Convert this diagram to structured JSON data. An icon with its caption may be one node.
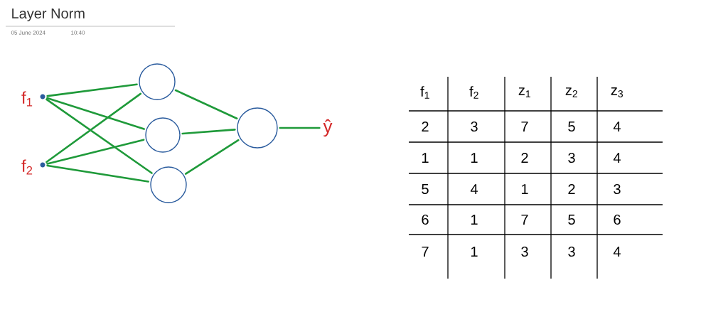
{
  "diagram": {
    "title": "Layer Norm",
    "nodes": [
      {
        "text": [],
        "shape": "circle",
        "beside": [
          "f$_{1}$"
        ]
      },
      {
        "text": [],
        "shape": "circle",
        "beside": [
          "f$_{2}$"
        ]
      },
      {
        "text": [],
        "shape": "circle"
      },
      {
        "text": [],
        "shape": "circle"
      },
      {
        "text": [],
        "shape": "circle"
      },
      {
        "text": [],
        "shape": "circle"
      },
      {
        "text": [
          "ŷ"
        ]
      }
    ],
    "edges": [
      {
        "from": 0,
        "to": 2,
        "arrow": "none"
      },
      {
        "from": 0,
        "to": 3,
        "arrow": "none"
      },
      {
        "from": 0,
        "to": 4,
        "arrow": "none"
      },
      {
        "from": 1,
        "to": 2,
        "arrow": "none"
      },
      {
        "from": 1,
        "to": 3,
        "arrow": "none"
      },
      {
        "from": 1,
        "to": 4,
        "arrow": "none"
      },
      {
        "from": 2,
        "to": 5,
        "arrow": "none"
      },
      {
        "from": 3,
        "to": 5,
        "arrow": "none"
      },
      {
        "from": 4,
        "to": 5,
        "arrow": "none"
      },
      {
        "from": 5,
        "to": 6,
        "arrow": "none"
      }
    ],
    "labels": [
      "05 June 2024",
      "10:40",
      "f$_{1}$",
      "f$_{2}$",
      "z$_{1}$",
      "z$_{2}$",
      "z$_{3}$",
      "2",
      "3",
      "7",
      "5",
      "4",
      "1",
      "1",
      "2",
      "3",
      "4",
      "5",
      "4",
      "1",
      "2",
      "3",
      "6",
      "1",
      "7",
      "5",
      "6",
      "7",
      "1",
      "3",
      "3",
      "4"
    ]
  }
}
